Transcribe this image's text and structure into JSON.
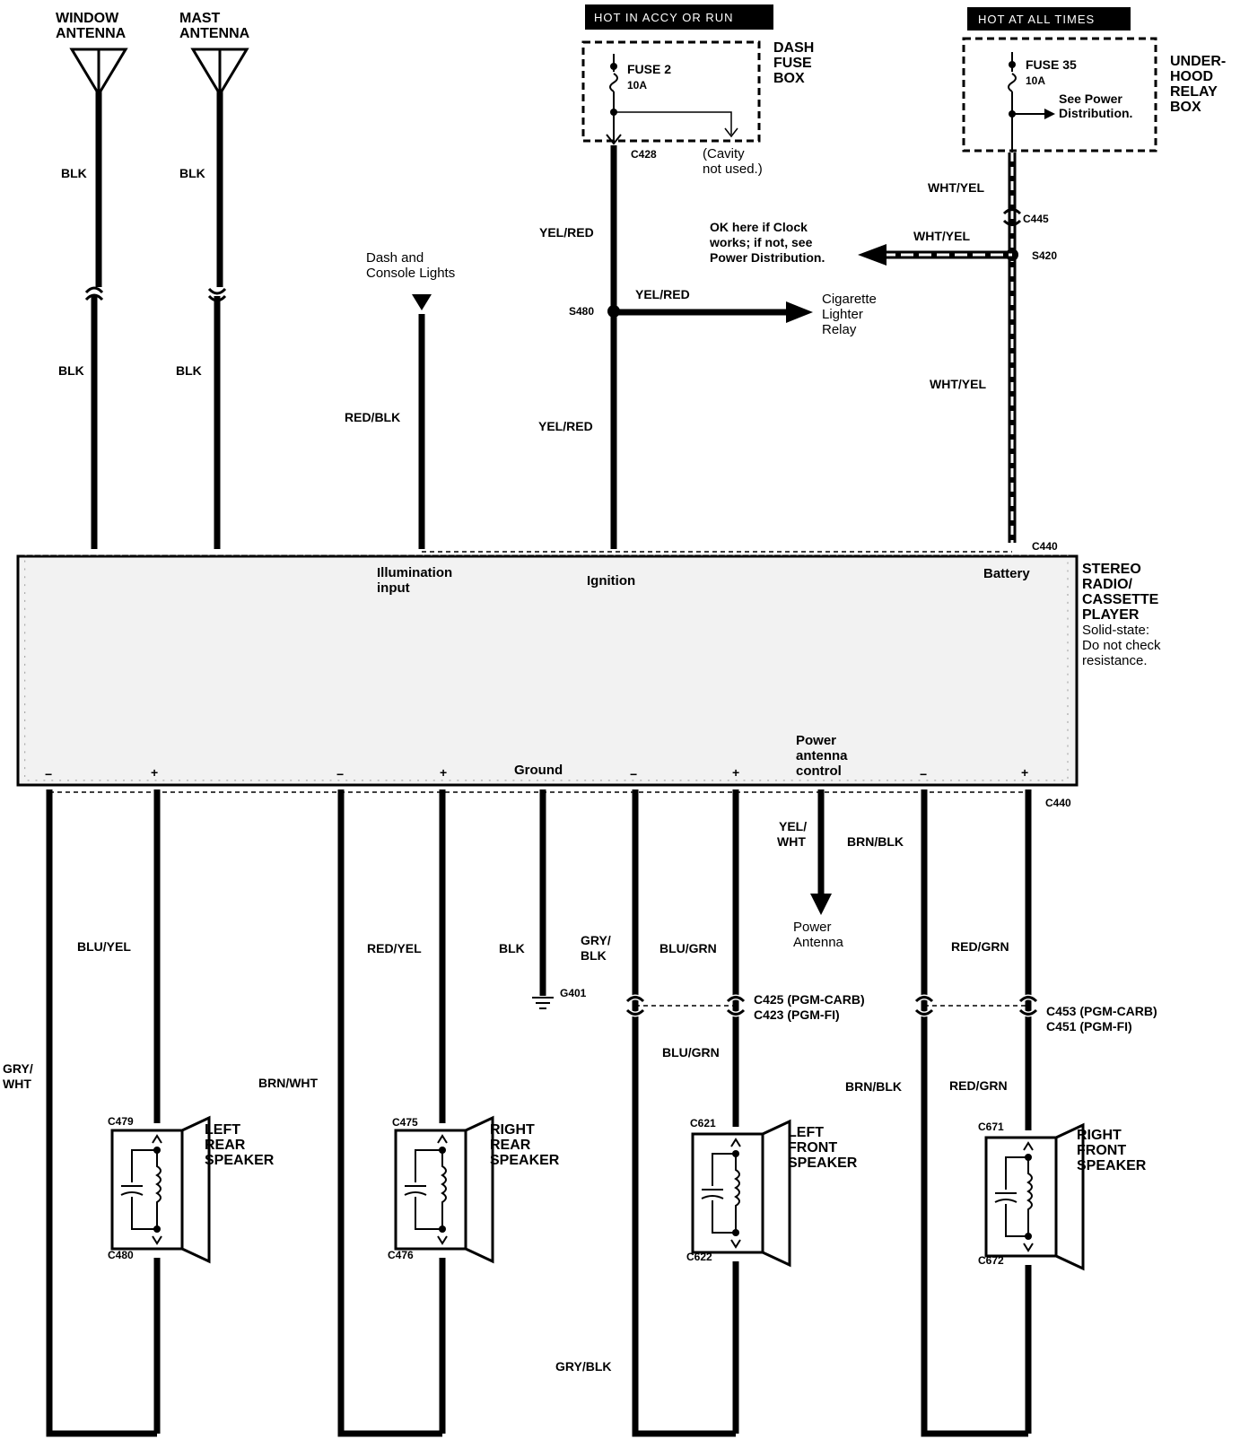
{
  "antennas": {
    "window": {
      "label_line1": "WINDOW",
      "label_line2": "ANTENNA"
    },
    "mast": {
      "label_line1": "MAST",
      "label_line2": "ANTENNA"
    }
  },
  "power": {
    "hot_accy": "HOT IN ACCY OR RUN",
    "hot_always": "HOT AT ALL TIMES",
    "dash_fuse_box": [
      "DASH",
      "FUSE",
      "BOX"
    ],
    "fuse2": {
      "name": "FUSE 2",
      "rating": "10A"
    },
    "fuse35": {
      "name": "FUSE 35",
      "rating": "10A"
    },
    "underhood_box": [
      "UNDER-",
      "HOOD",
      "RELAY",
      "BOX"
    ],
    "see_power": [
      "See Power",
      "Distribution."
    ],
    "cavity": [
      "(Cavity",
      "not used.)"
    ],
    "clock_note": [
      "OK here if Clock",
      "works; if not, see",
      "Power Distribution."
    ],
    "cig_relay": [
      "Cigarette",
      "Lighter",
      "Relay"
    ],
    "dash_lights": [
      "Dash and",
      "Console Lights"
    ]
  },
  "connectors": {
    "c428": "C428",
    "c445": "C445",
    "s420": "S420",
    "s480": "S480",
    "c440_top": "C440",
    "c440_bottom": "C440",
    "g401": "G401",
    "c425": "C425 (PGM-CARB)",
    "c423": "C423 (PGM-FI)",
    "c453": "C453 (PGM-CARB)",
    "c451": "C451 (PGM-FI)",
    "c479": "C479",
    "c480": "C480",
    "c475": "C475",
    "c476": "C476",
    "c621": "C621",
    "c622": "C622",
    "c671": "C671",
    "c672": "C672"
  },
  "wires": {
    "blk_a1": "BLK",
    "blk_a2": "BLK",
    "blk_b1": "BLK",
    "blk_b2": "BLK",
    "yel_red_1": "YEL/RED",
    "yel_red_2": "YEL/RED",
    "yel_red_3": "YEL/RED",
    "wht_yel_1": "WHT/YEL",
    "wht_yel_2": "WHT/YEL",
    "wht_yel_3": "WHT/YEL",
    "red_blk": "RED/BLK",
    "blu_yel": "BLU/YEL",
    "gry_wht_1": "GRY/",
    "gry_wht_2": "WHT",
    "red_yel": "RED/YEL",
    "brn_wht": "BRN/WHT",
    "blk_ground": "BLK",
    "gry_blk_1a": "GRY/",
    "gry_blk_1b": "BLK",
    "gry_blk_2": "GRY/BLK",
    "blu_grn_1": "BLU/GRN",
    "blu_grn_2": "BLU/GRN",
    "yel_wht_1": "YEL/",
    "yel_wht_2": "WHT",
    "brn_blk_1": "BRN/BLK",
    "brn_blk_2": "BRN/BLK",
    "red_grn_1": "RED/GRN",
    "red_grn_2": "RED/GRN"
  },
  "radio": {
    "name": [
      "STEREO",
      "RADIO/",
      "CASSETTE",
      "PLAYER"
    ],
    "note": [
      "Solid-state:",
      "Do not check",
      "resistance."
    ],
    "illumination": [
      "Illumination",
      "input"
    ],
    "ignition": "Ignition",
    "battery": "Battery",
    "ground": "Ground",
    "power_antenna_control": [
      "Power",
      "antenna",
      "control"
    ],
    "minus": "−",
    "plus": "+"
  },
  "power_antenna": [
    "Power",
    "Antenna"
  ],
  "speakers": {
    "left_rear": [
      "LEFT",
      "REAR",
      "SPEAKER"
    ],
    "right_rear": [
      "RIGHT",
      "REAR",
      "SPEAKER"
    ],
    "left_front": [
      "LEFT",
      "FRONT",
      "SPEAKER"
    ],
    "right_front": [
      "RIGHT",
      "FRONT",
      "SPEAKER"
    ]
  }
}
